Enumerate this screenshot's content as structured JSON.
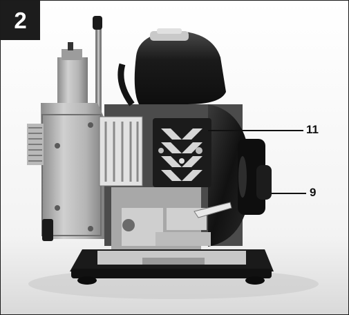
{
  "figure": {
    "number": "2",
    "badge_color": "#1c1c1c",
    "background_color": "#ffffff"
  },
  "callouts": [
    {
      "label": "11"
    },
    {
      "label": "9"
    }
  ],
  "image_subject": "water-pump-engine-photo"
}
